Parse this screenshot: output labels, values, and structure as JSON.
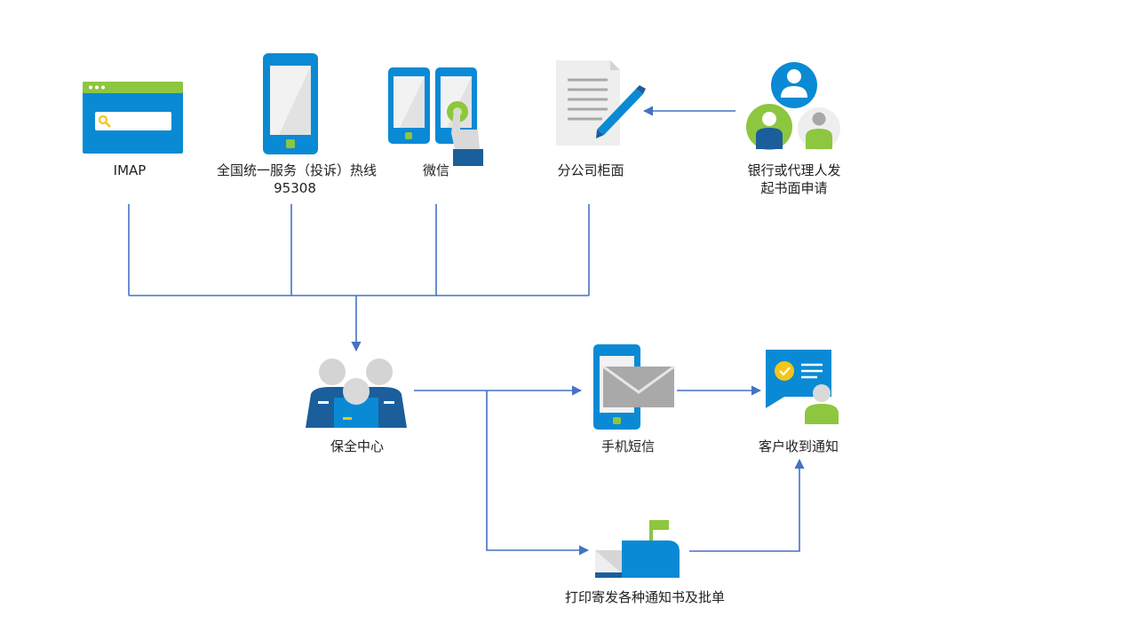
{
  "colors": {
    "connector": "#4472c4",
    "brand_blue": "#0a8ad4",
    "dark_blue": "#1b5e9c",
    "green": "#8dc63f",
    "gray": "#c8c8c8",
    "light_gray": "#ececec",
    "yellow": "#f5c518"
  },
  "nodes": {
    "imap": {
      "label": "IMAP",
      "icon": "browser-window-search-icon"
    },
    "hotline": {
      "label_line1": "全国统一服务（投诉）热线",
      "label_line2": "95308",
      "icon": "smartphone-icon"
    },
    "wechat": {
      "label": "微信",
      "icon": "phones-touch-icon"
    },
    "counter": {
      "label": "分公司柜面",
      "icon": "document-pen-icon"
    },
    "bank_agent": {
      "label_line1": "银行或代理人发",
      "label_line2": "起书面申请",
      "icon": "people-group-icon"
    },
    "center": {
      "label": "保全中心",
      "icon": "service-team-icon"
    },
    "sms": {
      "label": "手机短信",
      "icon": "phone-mail-icon"
    },
    "customer": {
      "label": "客户收到通知",
      "icon": "customer-notification-icon"
    },
    "mail": {
      "label": "打印寄发各种通知书及批单",
      "icon": "mailbox-icon"
    }
  }
}
